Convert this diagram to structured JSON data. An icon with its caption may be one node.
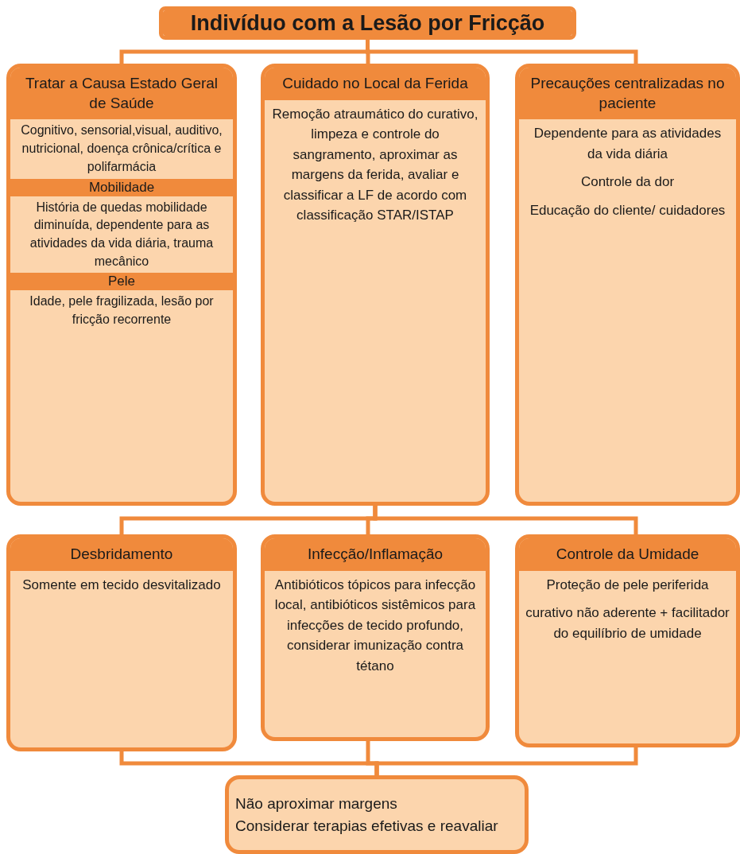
{
  "diagram": {
    "nodes": [
      {
        "text": [
          "Indivíduo com a Lesão por Fricção"
        ]
      },
      {
        "text": [
          "Tratar a Causa Estado Geral de Saúde",
          "Cognitivo, sensorial,visual, auditivo, nutricional, doença crônica/crítica e polifarmácia",
          "Mobilidade",
          "História de quedas mobilidade diminuída, dependente para as atividades da vida diária, trauma mecânico",
          "Pele",
          "Idade, pele fragilizada, lesão por fricção recorrente"
        ]
      },
      {
        "text": [
          "Cuidado no Local da Ferida",
          "Remoção atraumático do curativo, limpeza e controle do sangramento, aproximar as margens da ferida, avaliar e classificar a LF de acordo com classificação STAR/ISTAP"
        ]
      },
      {
        "text": [
          "Precauções centralizadas no paciente",
          "Dependente para as atividades da vida diária",
          "Controle da dor",
          "Educação do cliente/ cuidadores"
        ]
      },
      {
        "text": [
          "Desbridamento",
          "Somente em tecido desvitalizado"
        ]
      },
      {
        "text": [
          "Infecção/Inflamação",
          "Antibióticos tópicos para infecção local, antibióticos sistêmicos para infecções de tecido profundo, considerar imunização contra tétano"
        ]
      },
      {
        "text": [
          "Controle da Umidade",
          "Proteção de pele periferida",
          "curativo não aderente + facilitador do equilíbrio de umidade"
        ]
      },
      {
        "text": [
          "Não aproximar margens",
          "Considerar terapias efetivas e reavaliar"
        ]
      }
    ],
    "edges": [
      {
        "from": 0,
        "to": 1,
        "arrow": "none"
      },
      {
        "from": 0,
        "to": 2,
        "arrow": "none"
      },
      {
        "from": 0,
        "to": 3,
        "arrow": "none"
      },
      {
        "from": 2,
        "to": 4,
        "arrow": "none"
      },
      {
        "from": 2,
        "to": 5,
        "arrow": "none"
      },
      {
        "from": 2,
        "to": 6,
        "arrow": "none"
      },
      {
        "from": 4,
        "to": 7,
        "arrow": "none"
      },
      {
        "from": 5,
        "to": 7,
        "arrow": "none"
      },
      {
        "from": 6,
        "to": 7,
        "arrow": "none"
      }
    ]
  }
}
